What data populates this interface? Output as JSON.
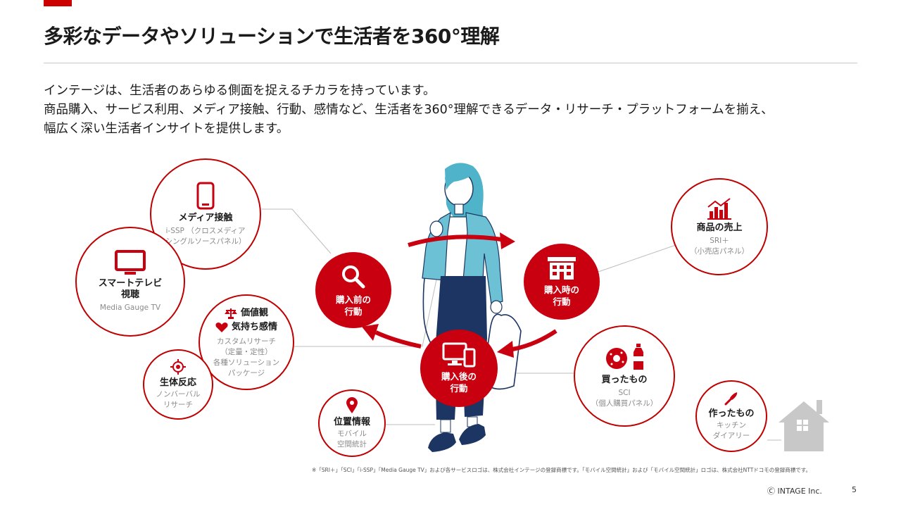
{
  "title": "多彩なデータやソリューションで生活者を360°理解",
  "intro": [
    "インテージは、生活者のあらゆる側面を捉えるチカラを持っています。",
    "商品購入、サービス利用、メディア接触、行動、感情など、生活者を360°理解できるデータ・リサーチ・プラットフォームを揃え、",
    "幅広く深い生活者インサイトを提供します。"
  ],
  "stages": {
    "before": {
      "line1": "購入前の",
      "line2": "行動",
      "icon": "search-icon"
    },
    "during": {
      "line1": "購入時の",
      "line2": "行動",
      "icon": "store-icon"
    },
    "after": {
      "line1": "購入後の",
      "line2": "行動",
      "icon": "devices-icon"
    }
  },
  "nodes": {
    "media": {
      "title": "メディア接触",
      "sub1": "i-SSP （クロスメディア",
      "sub2": "シングルソースパネル）",
      "icon": "smartphone-icon"
    },
    "tv": {
      "title1": "スマートテレビ",
      "title2": "視聴",
      "sub": "Media Gauge TV",
      "icon": "tv-icon"
    },
    "values": {
      "title1": "価値観",
      "title2": "気持ち感情",
      "sub1": "カスタムリサーチ",
      "sub2": "（定量・定性）",
      "sub3": "各種ソリューション",
      "sub4": "パッケージ",
      "icons": [
        "balance-scale-icon",
        "heart-icon"
      ]
    },
    "bio": {
      "title": "生体反応",
      "sub1": "ノンバーバル",
      "sub2": "リサーチ",
      "icon": "target-icon"
    },
    "location": {
      "title": "位置情報",
      "sub1": "モバイル",
      "sub2": "空間統計",
      "icon": "map-pin-icon"
    },
    "sales": {
      "title": "商品の売上",
      "sub1": "SRI＋",
      "sub2": "（小売店パネル）",
      "icon": "bar-chart-icon"
    },
    "bought": {
      "title": "買ったもの",
      "sub1": "SCI",
      "sub2": "（個人購買パネル）",
      "icons": [
        "donut-icon",
        "bottle-icon"
      ]
    },
    "made": {
      "title": "作ったもの",
      "sub1": "キッチン",
      "sub2": "ダイアリー",
      "icon": "knife-icon"
    }
  },
  "footnote": "※「SRI＋」「SCI」「i-SSP」「Media Gauge TV」および各サービスロゴは、株式会社インテージの登録商標です。「モバイル空間統計」および「モバイル空間統計」ロゴは、株式会社NTTドコモの登録商標です。",
  "copyright": "Ⓒ INTAGE Inc.",
  "page_number": "5",
  "colors": {
    "accent": "#c8000f",
    "figure_hair": "#4fb3c9",
    "figure_jacket": "#6cc1d4",
    "figure_pants": "#1c3563",
    "house": "#c8c8c8"
  }
}
